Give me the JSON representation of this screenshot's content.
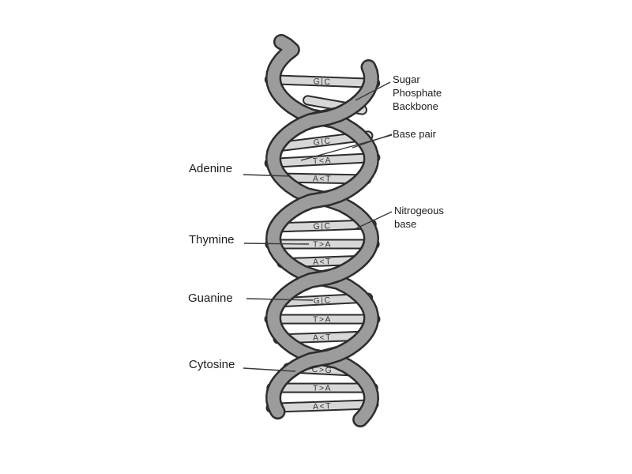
{
  "illustration": {
    "type": "dna-double-helix-diagram",
    "background": "#ffffff",
    "colors": {
      "backbone_ribbon": "#9c9c9c",
      "outline": "#2d2d2d",
      "rung_fill": "#d7d7d7",
      "rung_text": "#333333",
      "label_text": "#1c1c1c",
      "leader_line": "#3a3a3a"
    },
    "labels": {
      "adenine": "Adenine",
      "thymine": "Thymine",
      "guanine": "Guanine",
      "cytosine": "Cytosine",
      "sugar_phosphate_backbone": [
        "Sugar",
        "Phosphate",
        "Backbone"
      ],
      "base_pair": "Base pair",
      "nitrogenous_base": [
        "Nitrogeous",
        "base"
      ]
    },
    "base_pairs": [
      "G|C",
      "G|C",
      "T<A",
      "A<T",
      "G|C",
      "T>A",
      "A<T",
      "G|C",
      "T>A",
      "A<T",
      "C>G",
      "T>A",
      "A<T"
    ]
  }
}
